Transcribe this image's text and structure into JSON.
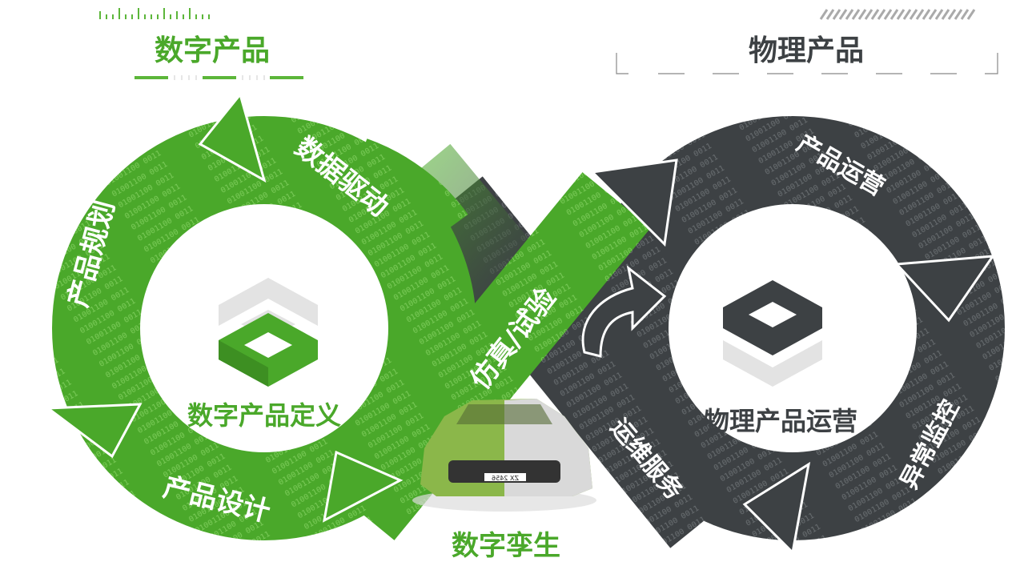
{
  "headers": {
    "digital": "数字产品",
    "physical": "物理产品"
  },
  "center_labels": {
    "digital": "数字产品定义",
    "physical": "物理产品运营",
    "twin": "数字孪生"
  },
  "loop_labels": {
    "data_driven": "数据驱动",
    "planning": "产品规划",
    "design": "产品设计",
    "simulation": "仿真/试验",
    "operation": "产品运营",
    "monitoring": "异常监控",
    "maintenance": "运维服务"
  },
  "car_plate": "ZX 2456",
  "colors": {
    "green": "#4aa82a",
    "dark": "#3d4144",
    "light_gray": "#e3e3e3"
  }
}
